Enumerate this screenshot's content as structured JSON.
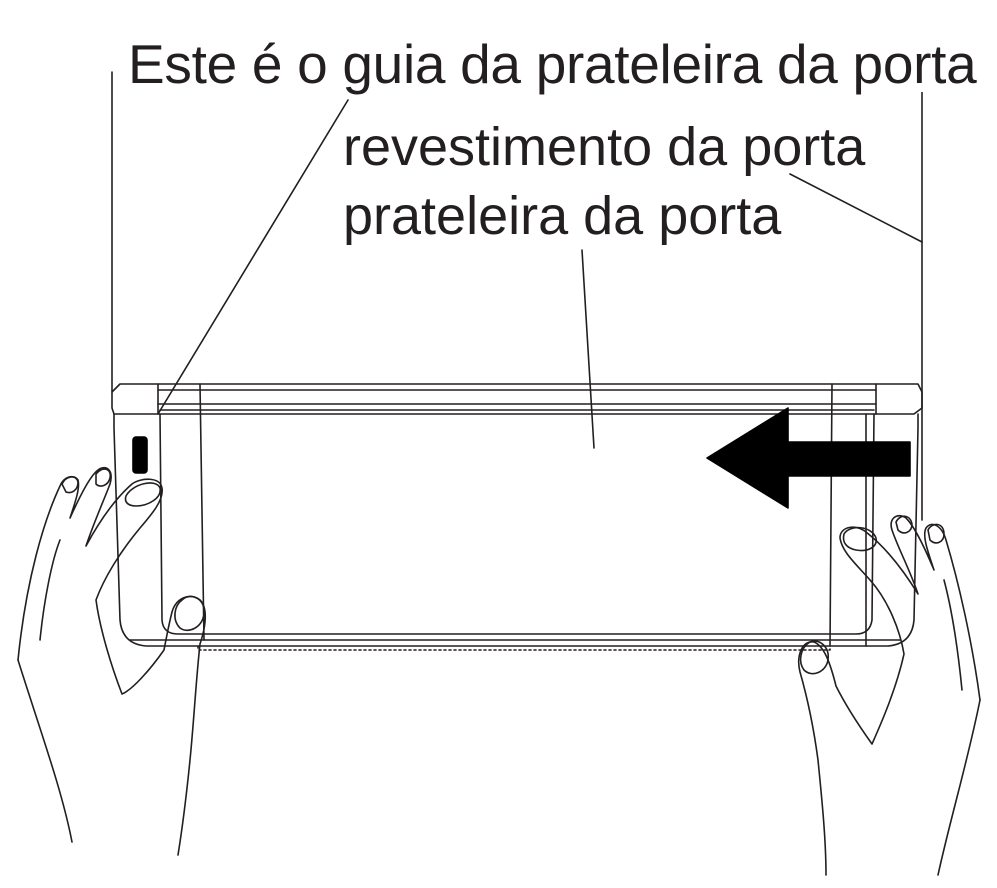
{
  "labels": {
    "shelf_guide": "Este é o guia da prateleira da porta",
    "door_trim": "revestimento da porta",
    "door_shelf": "prateleira da porta"
  },
  "illustration": {
    "arrow_direction": "left",
    "line_color": "#231f20",
    "fill_color": "#000000"
  }
}
